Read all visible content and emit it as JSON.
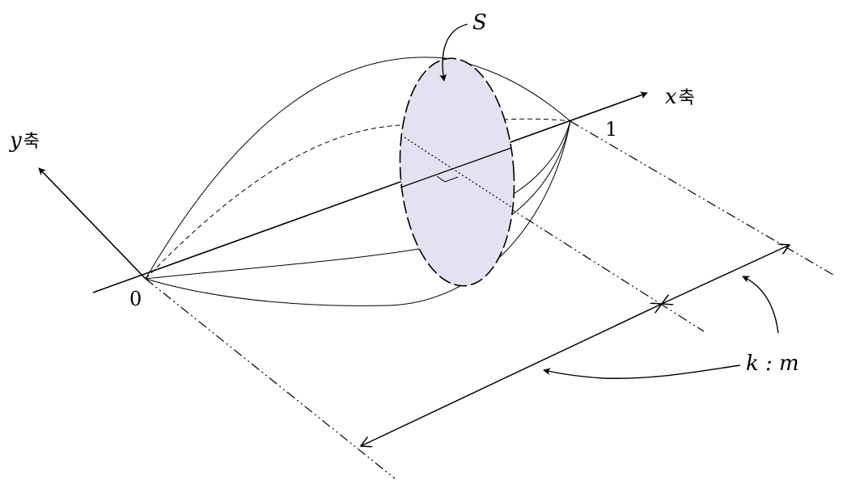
{
  "labels": {
    "s_label": "S",
    "x_axis_var": "x",
    "x_axis_suffix": "축",
    "y_axis_var": "y",
    "y_axis_suffix": "축",
    "origin": "0",
    "one": "1",
    "ratio": "k : m"
  },
  "colors": {
    "ink": "#000000",
    "cross_section_fill": "#e2e2f0"
  }
}
